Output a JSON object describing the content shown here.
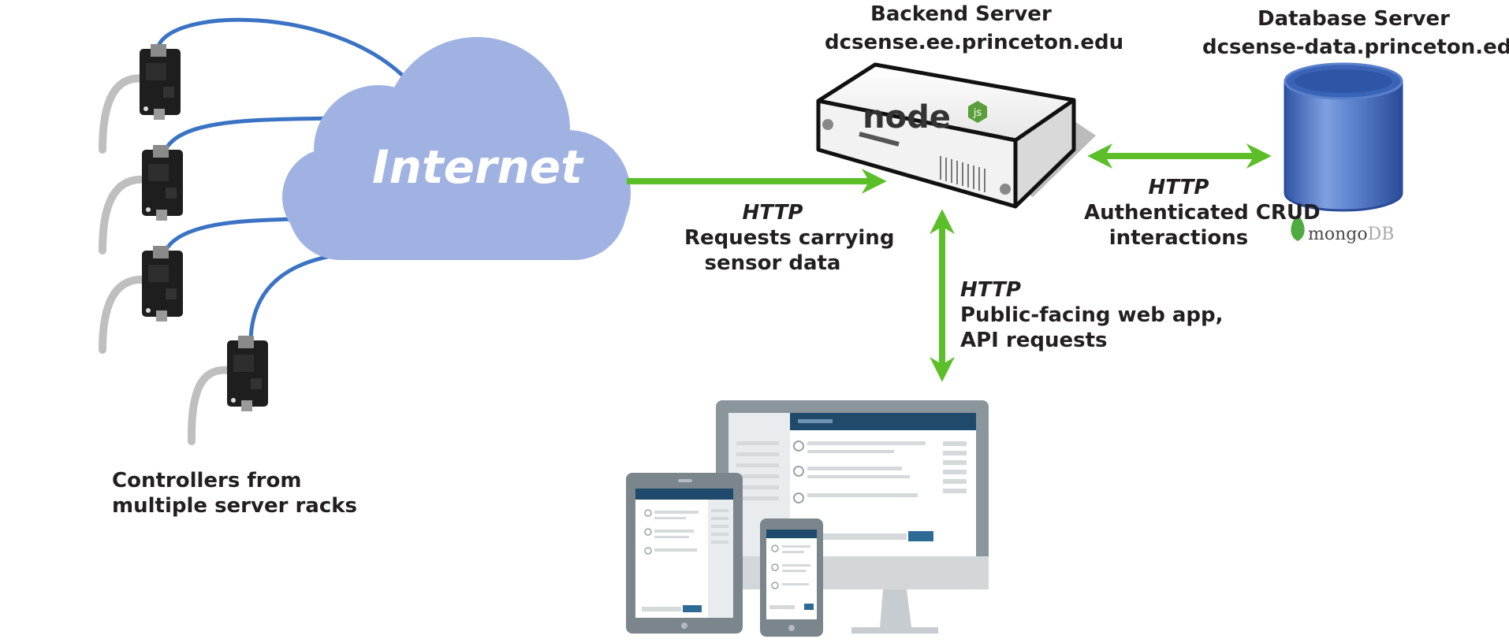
{
  "cloud": {
    "label": "Internet"
  },
  "controllers": {
    "caption_line1": "Controllers from",
    "caption_line2": "multiple server racks"
  },
  "backend": {
    "title": "Backend Server",
    "host": "dcsense.ee.princeton.edu",
    "logo_text": "node",
    "logo_badge": "js"
  },
  "database": {
    "title": "Database Server",
    "host": "dcsense-data.princeton.edu",
    "logo_prefix": "mongo",
    "logo_suffix": "DB"
  },
  "links": {
    "internet_backend": {
      "protocol": "HTTP",
      "line1": "Requests carrying",
      "line2": "sensor data"
    },
    "backend_db": {
      "protocol": "HTTP",
      "line1": "Authenticated CRUD",
      "line2": "interactions"
    },
    "backend_clients": {
      "protocol": "HTTP",
      "line1": "Public-facing web app,",
      "line2": "API requests"
    }
  },
  "colors": {
    "cloud": "#9fb2e1",
    "cable": "#3b73c4",
    "power_cable": "#bfbfbf",
    "arrow": "#5cbf2a",
    "db_blue": "#3a64b8",
    "device_gray": "#8a959c",
    "app_header": "#1f4a6b",
    "app_button": "#2d6a96",
    "node_green": "#5a9e3a",
    "mongo_leaf": "#4faa41"
  },
  "icons": [
    "board-icon",
    "cloud-icon",
    "server-icon",
    "database-icon",
    "monitor-icon",
    "tablet-icon",
    "phone-icon",
    "nodejs-logo-icon",
    "mongodb-leaf-icon"
  ]
}
